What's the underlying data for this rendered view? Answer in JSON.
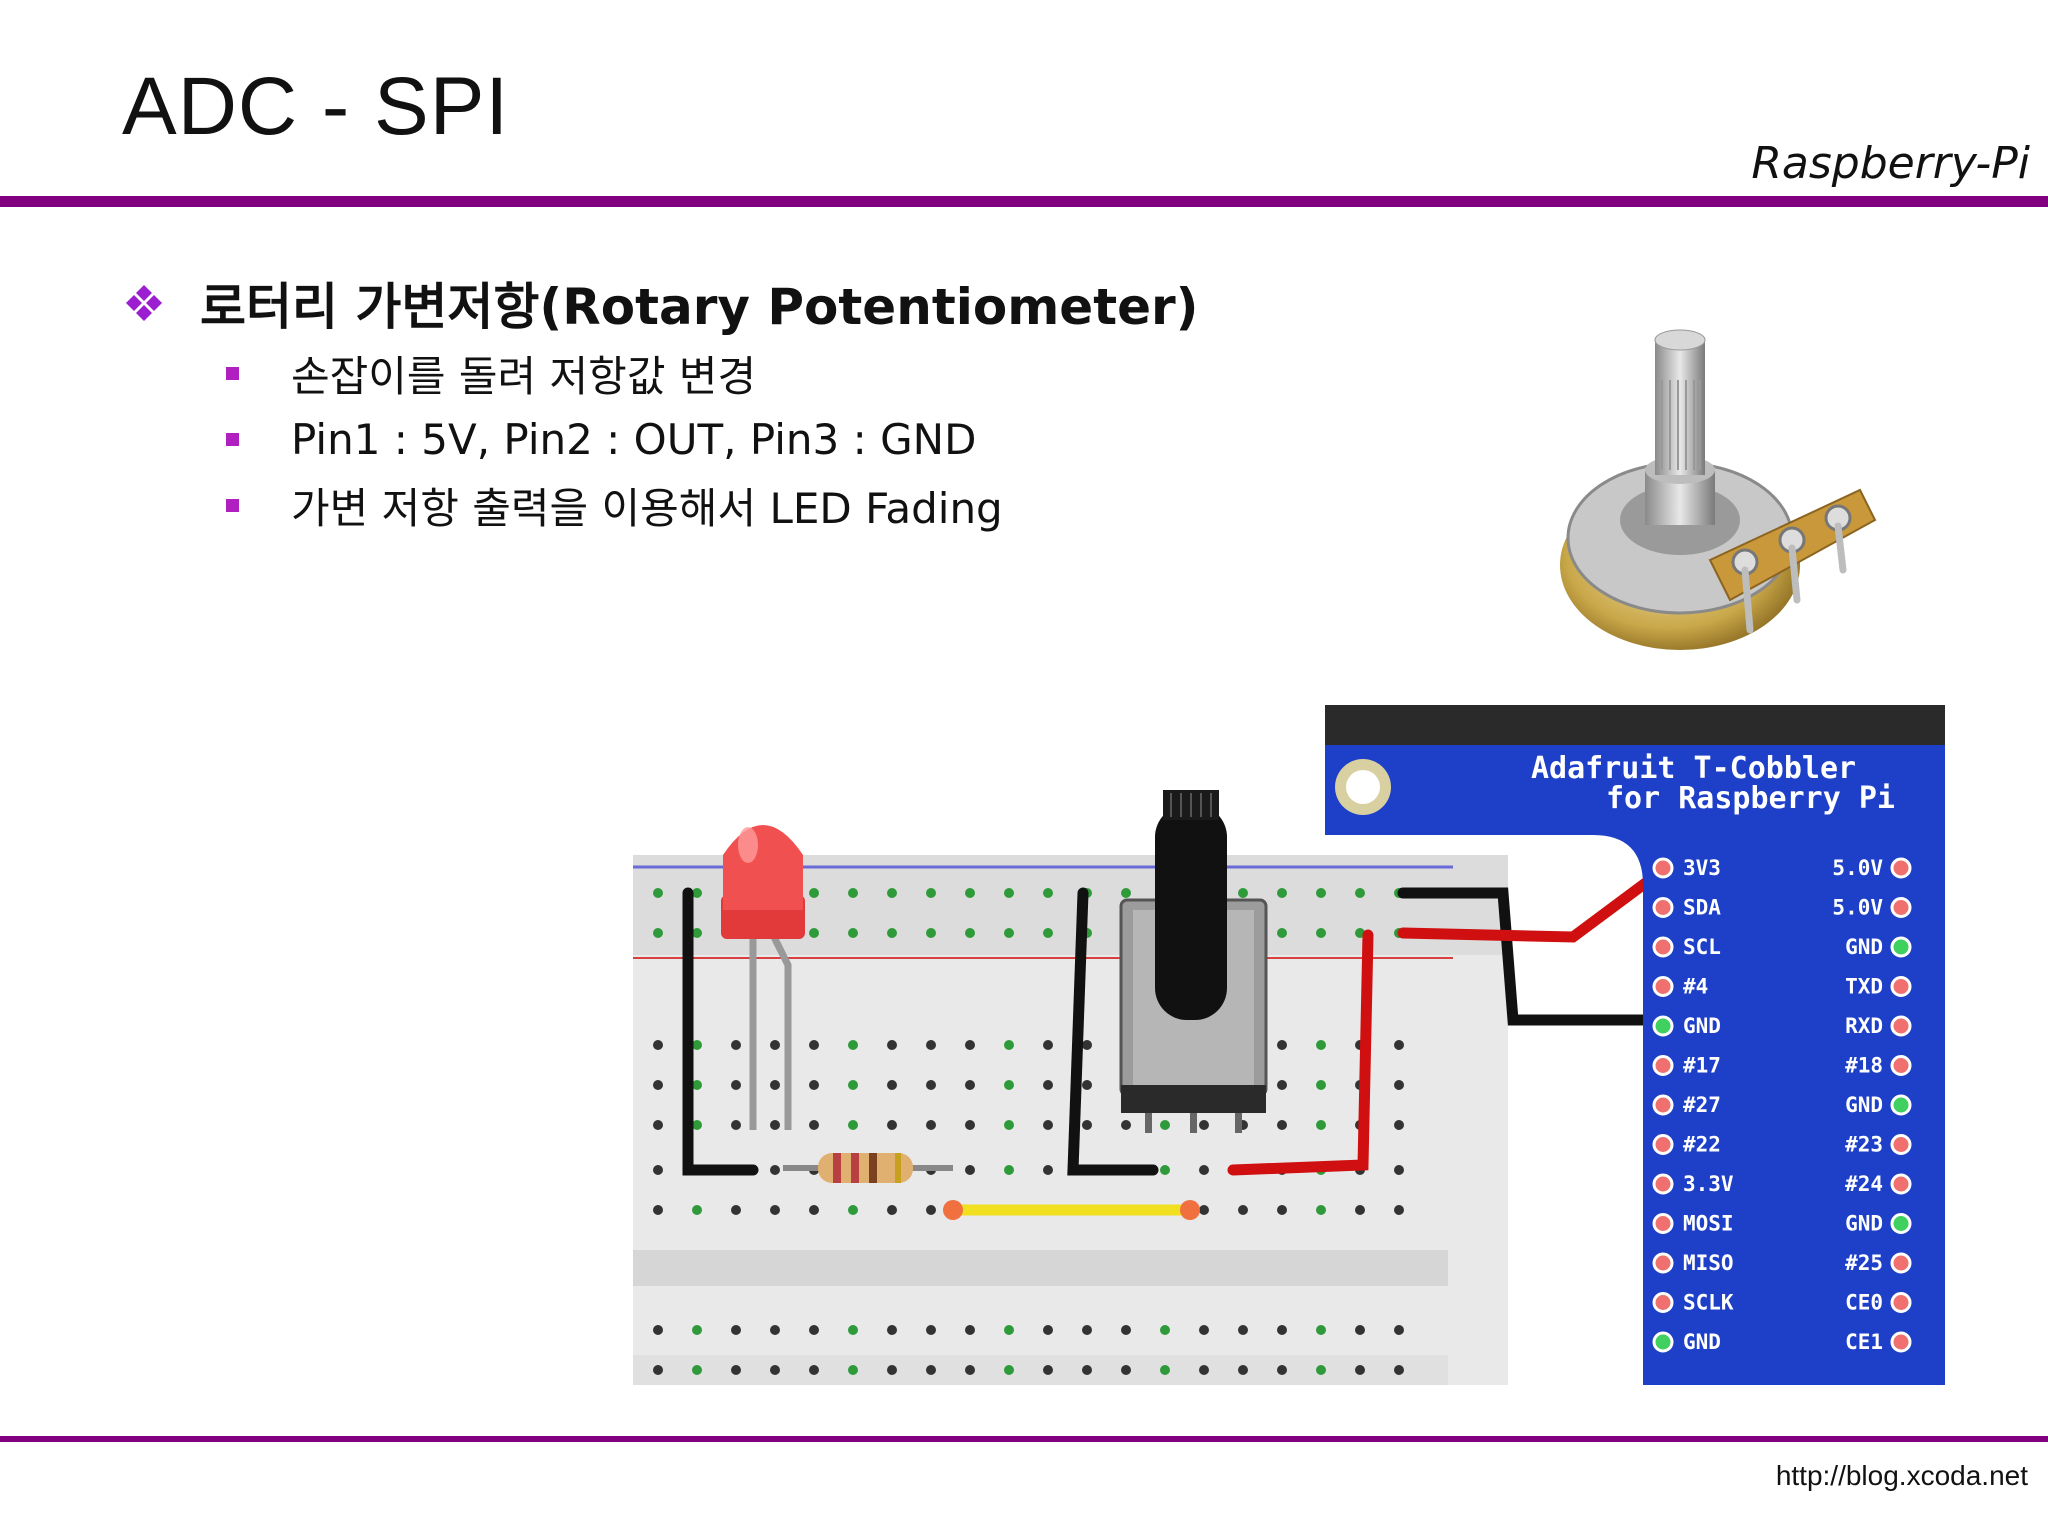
{
  "slide": {
    "title": "ADC - SPI",
    "subtitle": "Raspberry-Pi",
    "footer_url": "http://blog.xcoda.net"
  },
  "heading": {
    "icon": "four-diamond-bullet-icon",
    "text": "로터리 가변저항(Rotary Potentiometer)"
  },
  "bullets": [
    "손잡이를 돌려 저항값 변경",
    "Pin1 : 5V, Pin2 : OUT, Pin3 : GND",
    "가변 저항 출력을 이용해서 LED Fading"
  ],
  "colors": {
    "accent_rule": "#800080",
    "bullet": "#b020c0",
    "cobbler_blue": "#1e40c8",
    "wire_red": "#d01010",
    "wire_black": "#111111",
    "wire_yellow": "#f0e020"
  },
  "cobbler": {
    "title_line1": "Adafruit T-Cobbler",
    "title_line2": "for Raspberry Pi",
    "left_pins": [
      "3V3",
      "SDA",
      "SCL",
      "#4",
      "GND",
      "#17",
      "#27",
      "#22",
      "3.3V",
      "MOSI",
      "MISO",
      "SCLK",
      "GND"
    ],
    "right_pins": [
      "5.0V",
      "5.0V",
      "GND",
      "TXD",
      "RXD",
      "#18",
      "GND",
      "#23",
      "#24",
      "GND",
      "#25",
      "CE0",
      "CE1"
    ]
  }
}
